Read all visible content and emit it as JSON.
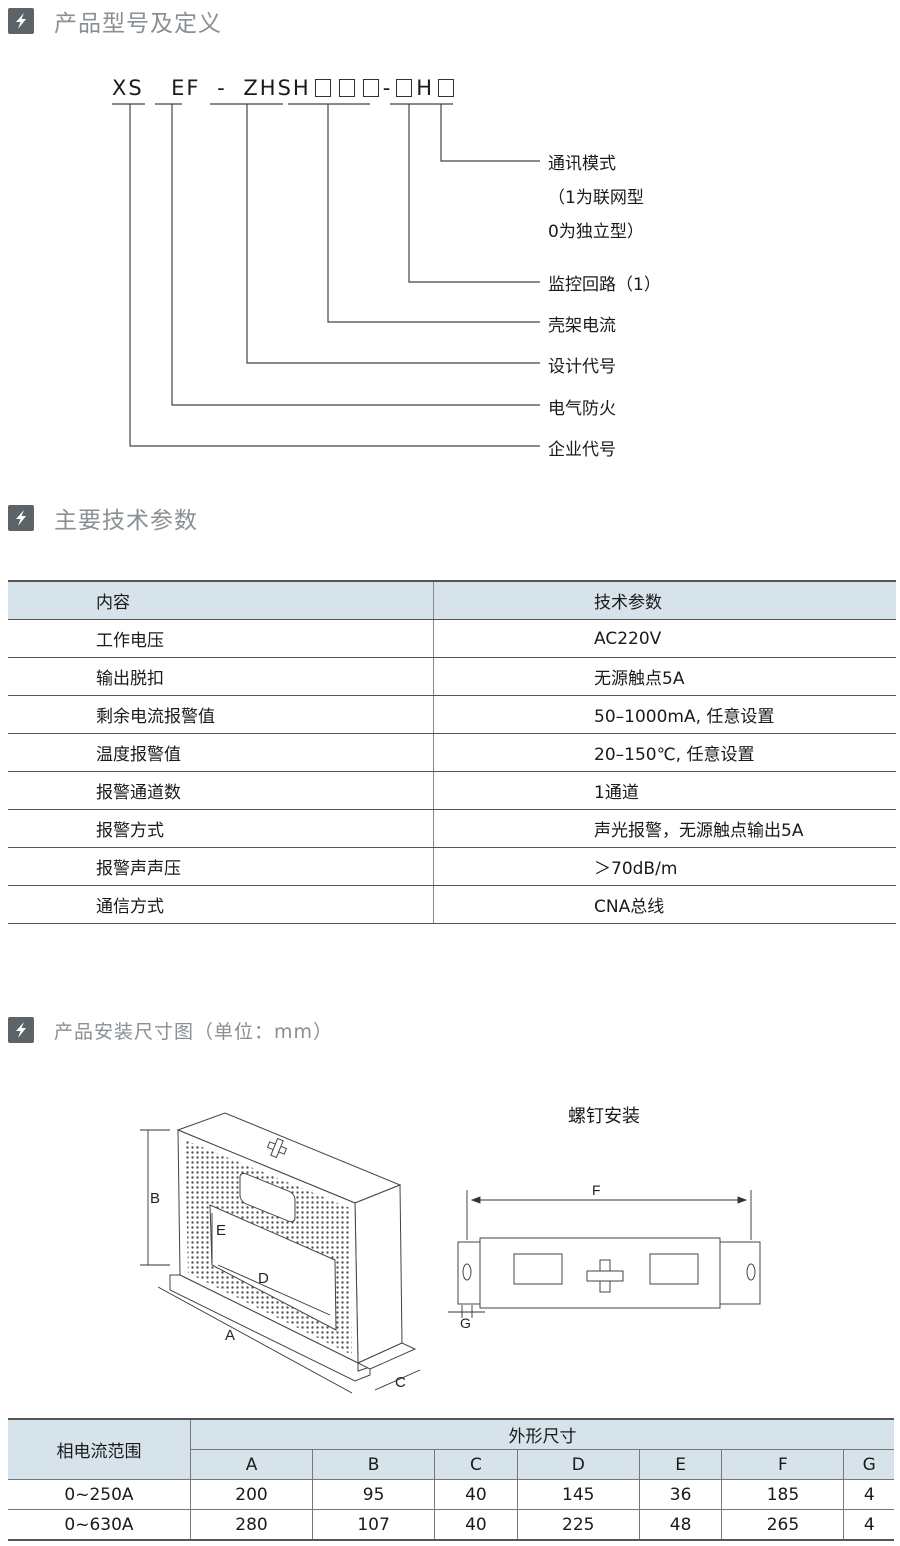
{
  "section1": {
    "title": "产品型号及定义"
  },
  "model": {
    "parts": [
      "XS",
      "EF",
      "-",
      "ZHSH",
      "-",
      "H"
    ]
  },
  "definitions": [
    "通讯模式",
    "（1为联网型",
    "0为独立型）",
    "监控回路（1）",
    "壳架电流",
    "设计代号",
    "电气防火",
    "企业代号"
  ],
  "section2": {
    "title": "主要技术参数"
  },
  "spec_table": {
    "header": [
      "内容",
      "技术参数"
    ],
    "rows": [
      [
        "工作电压",
        "AC220V"
      ],
      [
        "输出脱扣",
        "无源触点5A"
      ],
      [
        "剩余电流报警值",
        "50–1000mA, 任意设置"
      ],
      [
        "温度报警值",
        "20–150℃, 任意设置"
      ],
      [
        "报警通道数",
        "1通道"
      ],
      [
        "报警方式",
        "声光报警，无源触点输出5A"
      ],
      [
        "报警声声压",
        "＞70dB/m"
      ],
      [
        "通信方式",
        "CNA总线"
      ]
    ]
  },
  "section3": {
    "title": "产品安装尺寸图（单位：mm）"
  },
  "drawing": {
    "labels": [
      "A",
      "B",
      "C",
      "D",
      "E"
    ],
    "screw_title": "螺钉安装",
    "screw_labels": [
      "F",
      "G"
    ]
  },
  "dim_table": {
    "range_header": "相电流范围",
    "group_header": "外形尺寸",
    "columns": [
      "A",
      "B",
      "C",
      "D",
      "E",
      "F",
      "G"
    ],
    "rows": [
      {
        "range": "0~250A",
        "values": [
          "200",
          "95",
          "40",
          "145",
          "36",
          "185",
          "4"
        ]
      },
      {
        "range": "0~630A",
        "values": [
          "280",
          "107",
          "40",
          "225",
          "48",
          "265",
          "4"
        ]
      }
    ]
  },
  "colors": {
    "header_bg": "#d7e3ea",
    "icon_bg": "#5d6468",
    "section_title": "#8a8f93"
  }
}
